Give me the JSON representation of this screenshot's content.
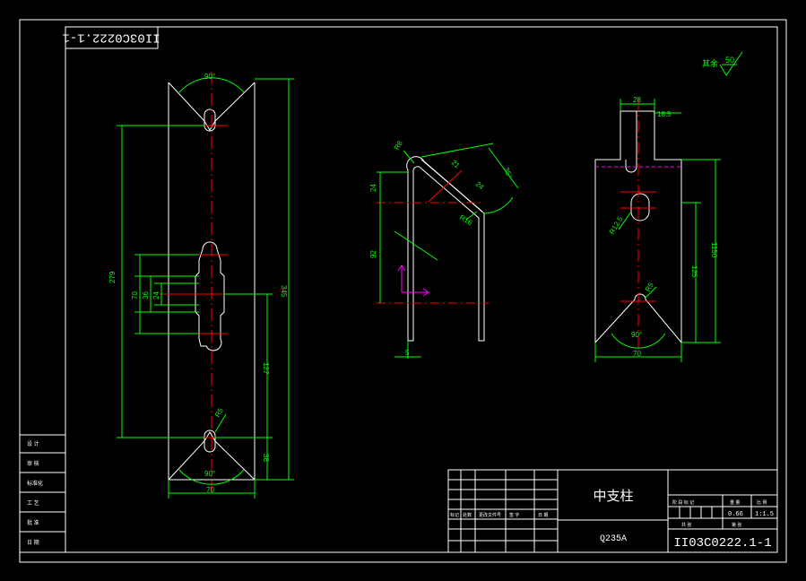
{
  "drawing": {
    "number": "II03C0222.1-1",
    "number_rotated": "II03C0222.1-1",
    "part_name": "中支柱",
    "material": "Q235A",
    "scale": "1:1.5",
    "weight": "0.66",
    "roughness_note": "其余",
    "roughness_value": "50"
  },
  "dims": {
    "front": {
      "angle_top": "90°",
      "angle_bottom": "90°",
      "total_height": "345",
      "hole_span": "279",
      "lower_height": "127",
      "bottom_offset": "38",
      "slot_70": "70",
      "slot_36": "36",
      "slot_24": "24",
      "radius": "R5",
      "width": "70"
    },
    "side": {
      "r8": "R8",
      "d21": "21",
      "d24": "24",
      "a_right": "35°",
      "d_top": "24",
      "d_height": "92",
      "r16": "R16",
      "d_bottom": "5"
    },
    "right": {
      "width_top": "28",
      "note_top": "18.5",
      "height_1150": "1150",
      "height_125": "125",
      "r12": "R12.5",
      "r5": "R5",
      "angle": "90°",
      "width": "70"
    }
  },
  "title_block": {
    "left_labels": [
      "设 计",
      "审 核",
      "标准化",
      "工 艺",
      "批 准",
      "日 期"
    ],
    "change_labels": [
      "标记",
      "处数",
      "更改文件号",
      "签 字",
      "日 期"
    ],
    "right_headers": [
      "阶 段 标 记",
      "重 量",
      "比 例"
    ],
    "sheet_label": "共 张",
    "sheet_label2": "第 张"
  },
  "colors": {
    "outline": "#ffffff",
    "dimension": "#00ff00",
    "centerline": "#ff0000",
    "accent": "#ff00ff",
    "text": "#ffffff"
  }
}
